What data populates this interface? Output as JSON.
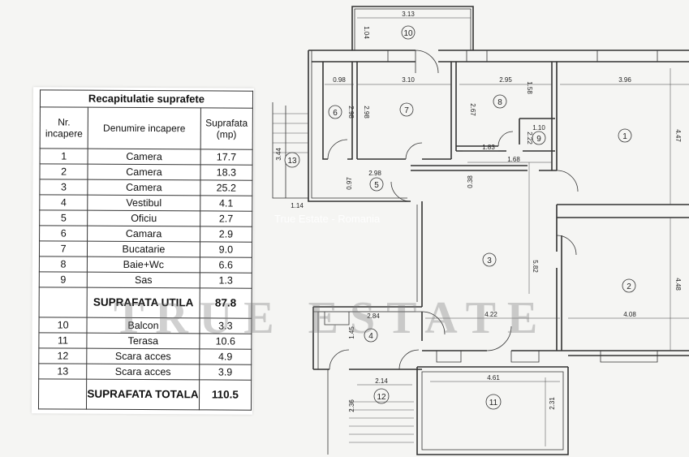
{
  "summary": {
    "title": "Recapitulatie suprafete",
    "headers": {
      "nr": "Nr. incapere",
      "name": "Denumire incapere",
      "area": "Suprafata (mp)"
    },
    "rooms": [
      {
        "nr": "1",
        "name": "Camera",
        "area": "17.7"
      },
      {
        "nr": "2",
        "name": "Camera",
        "area": "18.3"
      },
      {
        "nr": "3",
        "name": "Camera",
        "area": "25.2"
      },
      {
        "nr": "4",
        "name": "Vestibul",
        "area": "4.1"
      },
      {
        "nr": "5",
        "name": "Oficiu",
        "area": "2.7"
      },
      {
        "nr": "6",
        "name": "Camara",
        "area": "2.9"
      },
      {
        "nr": "7",
        "name": "Bucatarie",
        "area": "9.0"
      },
      {
        "nr": "8",
        "name": "Baie+Wc",
        "area": "6.6"
      },
      {
        "nr": "9",
        "name": "Sas",
        "area": "1.3"
      }
    ],
    "usable": {
      "label": "SUPRAFATA UTILA",
      "area": "87.8"
    },
    "extras": [
      {
        "nr": "10",
        "name": "Balcon",
        "area": "3.3"
      },
      {
        "nr": "11",
        "name": "Terasa",
        "area": "10.6"
      },
      {
        "nr": "12",
        "name": "Scara acces",
        "area": "4.9"
      },
      {
        "nr": "13",
        "name": "Scara acces",
        "area": "3.9"
      }
    ],
    "total": {
      "label": "SUPRAFATA TOTALA",
      "area": "110.5"
    }
  },
  "plan": {
    "room_numbers": [
      "1",
      "2",
      "3",
      "4",
      "5",
      "6",
      "7",
      "8",
      "9",
      "10",
      "11",
      "12",
      "13"
    ],
    "dimensions": [
      "3.13",
      "1.04",
      "0.98",
      "3.10",
      "2.95",
      "3.96",
      "2.98",
      "2.98",
      "2.67",
      "1.58",
      "1.10",
      "2.22",
      "4.47",
      "1.83",
      "1.68",
      "3.44",
      "0.97",
      "2.98",
      "0.38",
      "1.14",
      "5.82",
      "4.48",
      "2.84",
      "4.22",
      "4.08",
      "1.45",
      "2.14",
      "4.61",
      "2.36",
      "2.31"
    ]
  },
  "watermark": {
    "main": "TRUE ESTATE",
    "sub": "True Estate - Romania"
  }
}
